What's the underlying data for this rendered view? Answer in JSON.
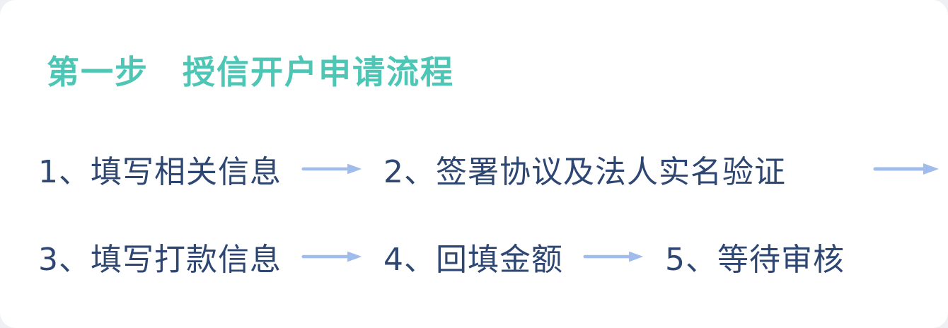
{
  "flow": {
    "title": "第一步　授信开户申请流程",
    "steps": [
      {
        "label": "1、填写相关信息"
      },
      {
        "label": "2、签署协议及法人实名验证"
      },
      {
        "label": "3、填写打款信息"
      },
      {
        "label": "4、回填金额"
      },
      {
        "label": "5、等待审核"
      }
    ],
    "colors": {
      "title": "#4EC6B5",
      "step_text": "#2E4672",
      "arrow": "#A0BCEC",
      "card_background": "#FFFFFF"
    }
  }
}
